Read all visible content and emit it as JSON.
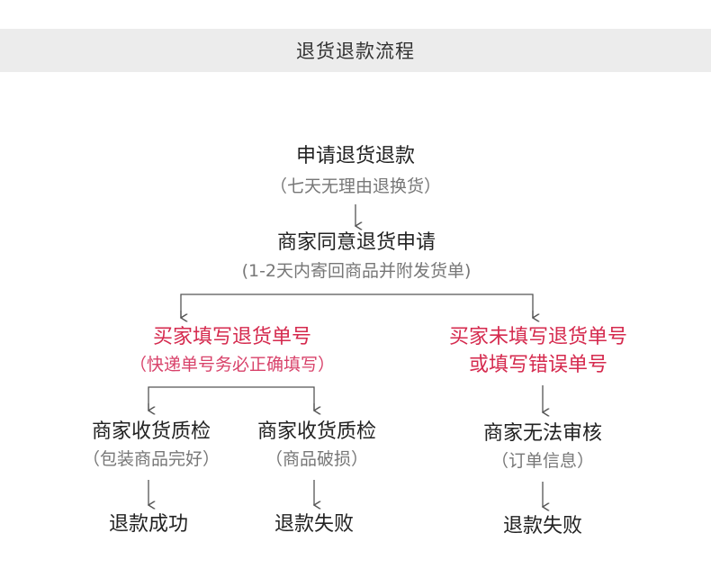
{
  "header": {
    "title": "退货退款流程"
  },
  "nodes": {
    "apply": {
      "title": "申请退货退款",
      "note": "（七天无理由退换货）"
    },
    "merchant_agree": {
      "title": "商家同意退货申请",
      "note": "(1-2天内寄回商品并附发货单)"
    },
    "buyer_filled": {
      "title": "买家填写退货单号",
      "note": "（快递单号务必正确填写）"
    },
    "buyer_not_filled": {
      "title_line1": "买家未填写退货单号",
      "title_line2": "或填写错误单号"
    },
    "inspect_ok": {
      "title": "商家收货质检",
      "note": "（包装商品完好）"
    },
    "inspect_damaged": {
      "title": "商家收货质检",
      "note": "（商品破损）"
    },
    "cannot_review": {
      "title": "商家无法审核",
      "note": "（订单信息）"
    },
    "result_success": {
      "title": "退款成功"
    },
    "result_fail_damaged": {
      "title": "退款失败"
    },
    "result_fail_review": {
      "title": "退款失败"
    }
  },
  "colors": {
    "text": "#222222",
    "note": "#777777",
    "highlight": "#d52a4e",
    "line": "#555555",
    "header_bg": "#ececec"
  }
}
